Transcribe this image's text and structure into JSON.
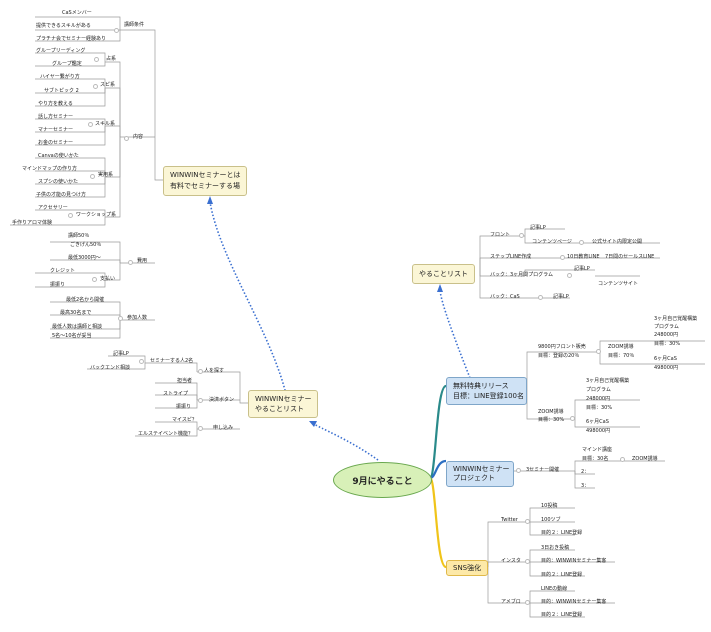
{
  "root": "9月にやること",
  "seminar": {
    "title1": "WINWINセミナーとは",
    "title2": "有料でセミナーする場",
    "group_recruit": "講師条件",
    "recruit": [
      "CaSメンバー",
      "提供できるスキルがある",
      "プラチナ会でセミナー経験あり"
    ],
    "group_content": "内容",
    "sub_ten": "占系",
    "ten": [
      "グループリーディング",
      "グループ鑑定"
    ],
    "sub_spi": "スピ系",
    "spi": [
      "ハイヤー繋がり方",
      "サブトピック 2",
      "やり方を教える"
    ],
    "sub_skill": "スキル系",
    "skill": [
      "話し方セミナー",
      "マナーセミナー",
      "お金のセミナー"
    ],
    "sub_jitsuyo": "実用系",
    "jitsuyo": [
      "Canvaの使いかた",
      "マインドマップの作り方",
      "スプシの使いかた",
      "子供の才能の見つけ方"
    ],
    "sub_ws": "ワークショップ系",
    "ws": [
      "アクセサリー",
      "手作りアロマ体験"
    ],
    "group_fee": "費用",
    "fee": [
      "講師50％",
      "ごきげん50％",
      "最低3000円〜"
    ],
    "sub_pay": "支払い",
    "pay": [
      "クレジット",
      "振振り"
    ],
    "group_people": "参加人数",
    "people": [
      "最低2名から開催",
      "最高30名まで",
      "最低人数は講師と相談",
      "5名〜10名が妥当"
    ]
  },
  "todo": {
    "title1": "WINWINセミナー",
    "title2": "やることリスト",
    "g_hito": "人を探す",
    "hito_child": "セミナーする人2名",
    "hito_leaf": [
      "記事LP",
      "バックエンド相談"
    ],
    "g_kessai": "決済ボタン",
    "kessai": [
      "担当者",
      "ストライプ",
      "振振り"
    ],
    "g_moshikomi": "申し込み",
    "moshikomi": [
      "マイスピ？",
      "エルステイベント機能？"
    ]
  },
  "yaru": {
    "title": "やることリスト",
    "front": "フロント",
    "front_lp": "記事LP",
    "contents_page": "コンテンツページ",
    "public": "公式サイト内限定公開",
    "step": "ステップLINE作成",
    "step_10": "10日教育LINE",
    "step_7": "7日間のセールスLINE",
    "back3": "バック：3ヶ月間プログラム",
    "back3_lp": "記事LP",
    "back3_site": "コンテンツサイト",
    "back_cas": "バック：CaS",
    "back_cas_lp": "記事LP"
  },
  "free": {
    "title1": "無料特典リリース",
    "title2": "目標：LINE登録100名",
    "front": "9800円フロント販売",
    "front_goal": "目標：登録の20％",
    "zoom": "ZOOM誘導",
    "zoom_goal": "目標：70％",
    "prog1": [
      "3ヶ月自己覚醒構築",
      "プログラム",
      "248000円",
      "目標：30%"
    ],
    "cas1": [
      "6ヶ月CaS",
      "498000円"
    ],
    "zoom2": "ZOOM誘導",
    "zoom2_goal": "目標：30%",
    "prog2": [
      "3ヶ月自己覚醒構築",
      "プログラム",
      "248000円",
      "目標：30%"
    ],
    "cas2": [
      "6ヶ月CaS",
      "498000円"
    ]
  },
  "winwin": {
    "title1": "WINWINセミナー",
    "title2": "プロジェクト",
    "three": "3セミナー開催",
    "mind": "マインド講座",
    "mind_goal": "目標：30名",
    "zoom": "ZOOM誘導",
    "s2": "2：",
    "s3": "3："
  },
  "sns": {
    "title": "SNS強化",
    "twitter": "Twitter",
    "tw": [
      "10投稿",
      "100ツブ",
      "目的２：LINE登録"
    ],
    "insta": "インスタ",
    "ig": [
      "3日おき投稿",
      "目的：WINWINセミナー集客",
      "目的２：LINE登録"
    ],
    "ameblo": "アメブロ",
    "am": [
      "LINEの動線",
      "目的：WINWINセミナー集客",
      "目的２：LINE登録"
    ]
  }
}
